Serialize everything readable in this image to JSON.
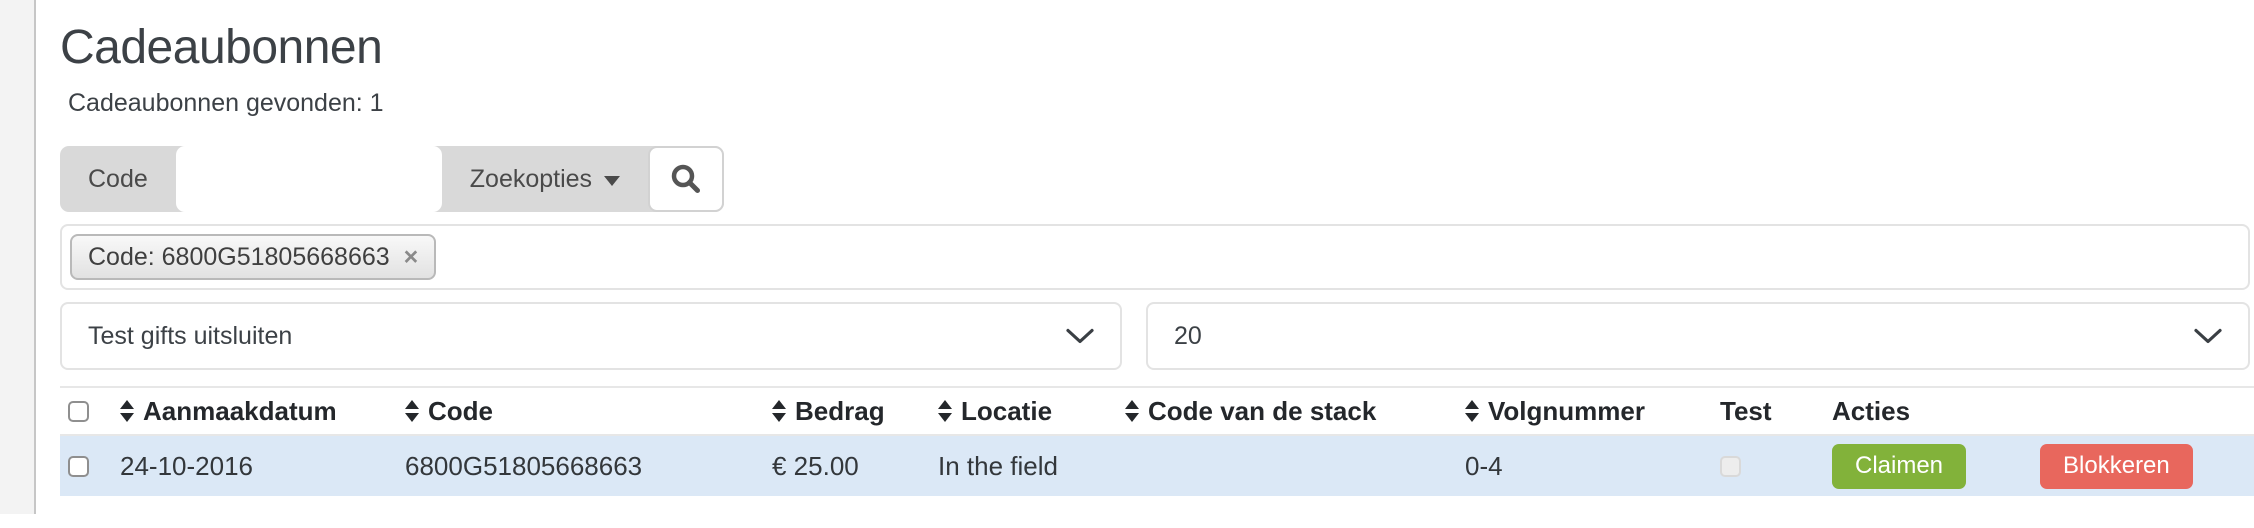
{
  "page": {
    "title": "Cadeaubonnen",
    "results_summary": "Cadeaubonnen gevonden: 1"
  },
  "search_bar": {
    "field_label": "Code",
    "input_value": "",
    "options_button_label": "Zoekopties",
    "search_icon": "magnifier-icon"
  },
  "active_filters": {
    "chips": [
      {
        "label": "Code: 6800G51805668663",
        "remove_icon": "×"
      }
    ]
  },
  "filter_controls": {
    "test_filter_selected": "Test gifts uitsluiten",
    "page_size_selected": "20"
  },
  "table": {
    "select_all_checked": false,
    "columns": [
      {
        "label": "Aanmaakdatum",
        "sortable": true
      },
      {
        "label": "Code",
        "sortable": true
      },
      {
        "label": "Bedrag",
        "sortable": true
      },
      {
        "label": "Locatie",
        "sortable": true
      },
      {
        "label": "Code van de stack",
        "sortable": true
      },
      {
        "label": "Volgnummer",
        "sortable": true
      },
      {
        "label": "Test",
        "sortable": false
      },
      {
        "label": "Acties",
        "sortable": false
      }
    ],
    "rows": [
      {
        "selected": false,
        "aanmaakdatum": "24-10-2016",
        "code": "6800G51805668663",
        "bedrag": "€ 25.00",
        "locatie": "In the field",
        "code_van_de_stack": "",
        "volgnummer": "0-4",
        "test_checked": false,
        "actions": [
          {
            "label": "Claimen",
            "color": "#82b23a"
          },
          {
            "label": "Blokkeren",
            "color": "#e8675d"
          }
        ]
      }
    ]
  },
  "colors": {
    "row_highlight": "#dbe8f6",
    "claim_green": "#82b23a",
    "block_red": "#e8675d",
    "searchbar_gray": "#d9d9d9",
    "rail_gray": "#f3f3f3"
  }
}
